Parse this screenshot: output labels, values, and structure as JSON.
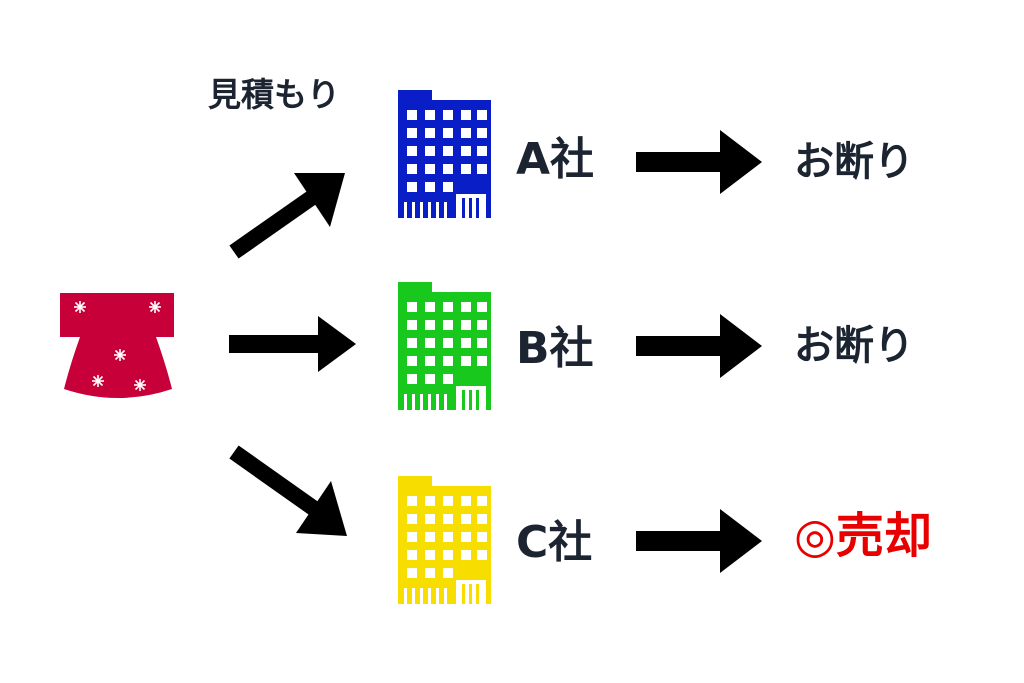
{
  "source": {
    "icon": "kimono-icon",
    "color": "#c8003a"
  },
  "estimate_label": "見積もり",
  "companies": [
    {
      "name": "A社",
      "building_icon": "building-icon",
      "color": "#0a1ec8",
      "result": "お断り",
      "result_color": "#1b2430"
    },
    {
      "name": "B社",
      "building_icon": "building-icon",
      "color": "#19c81c",
      "result": "お断り",
      "result_color": "#1b2430"
    },
    {
      "name": "C社",
      "building_icon": "building-icon",
      "color": "#f7dd00",
      "result": "◎売却",
      "result_color": "#e80000"
    }
  ],
  "arrow_color": "#000000"
}
